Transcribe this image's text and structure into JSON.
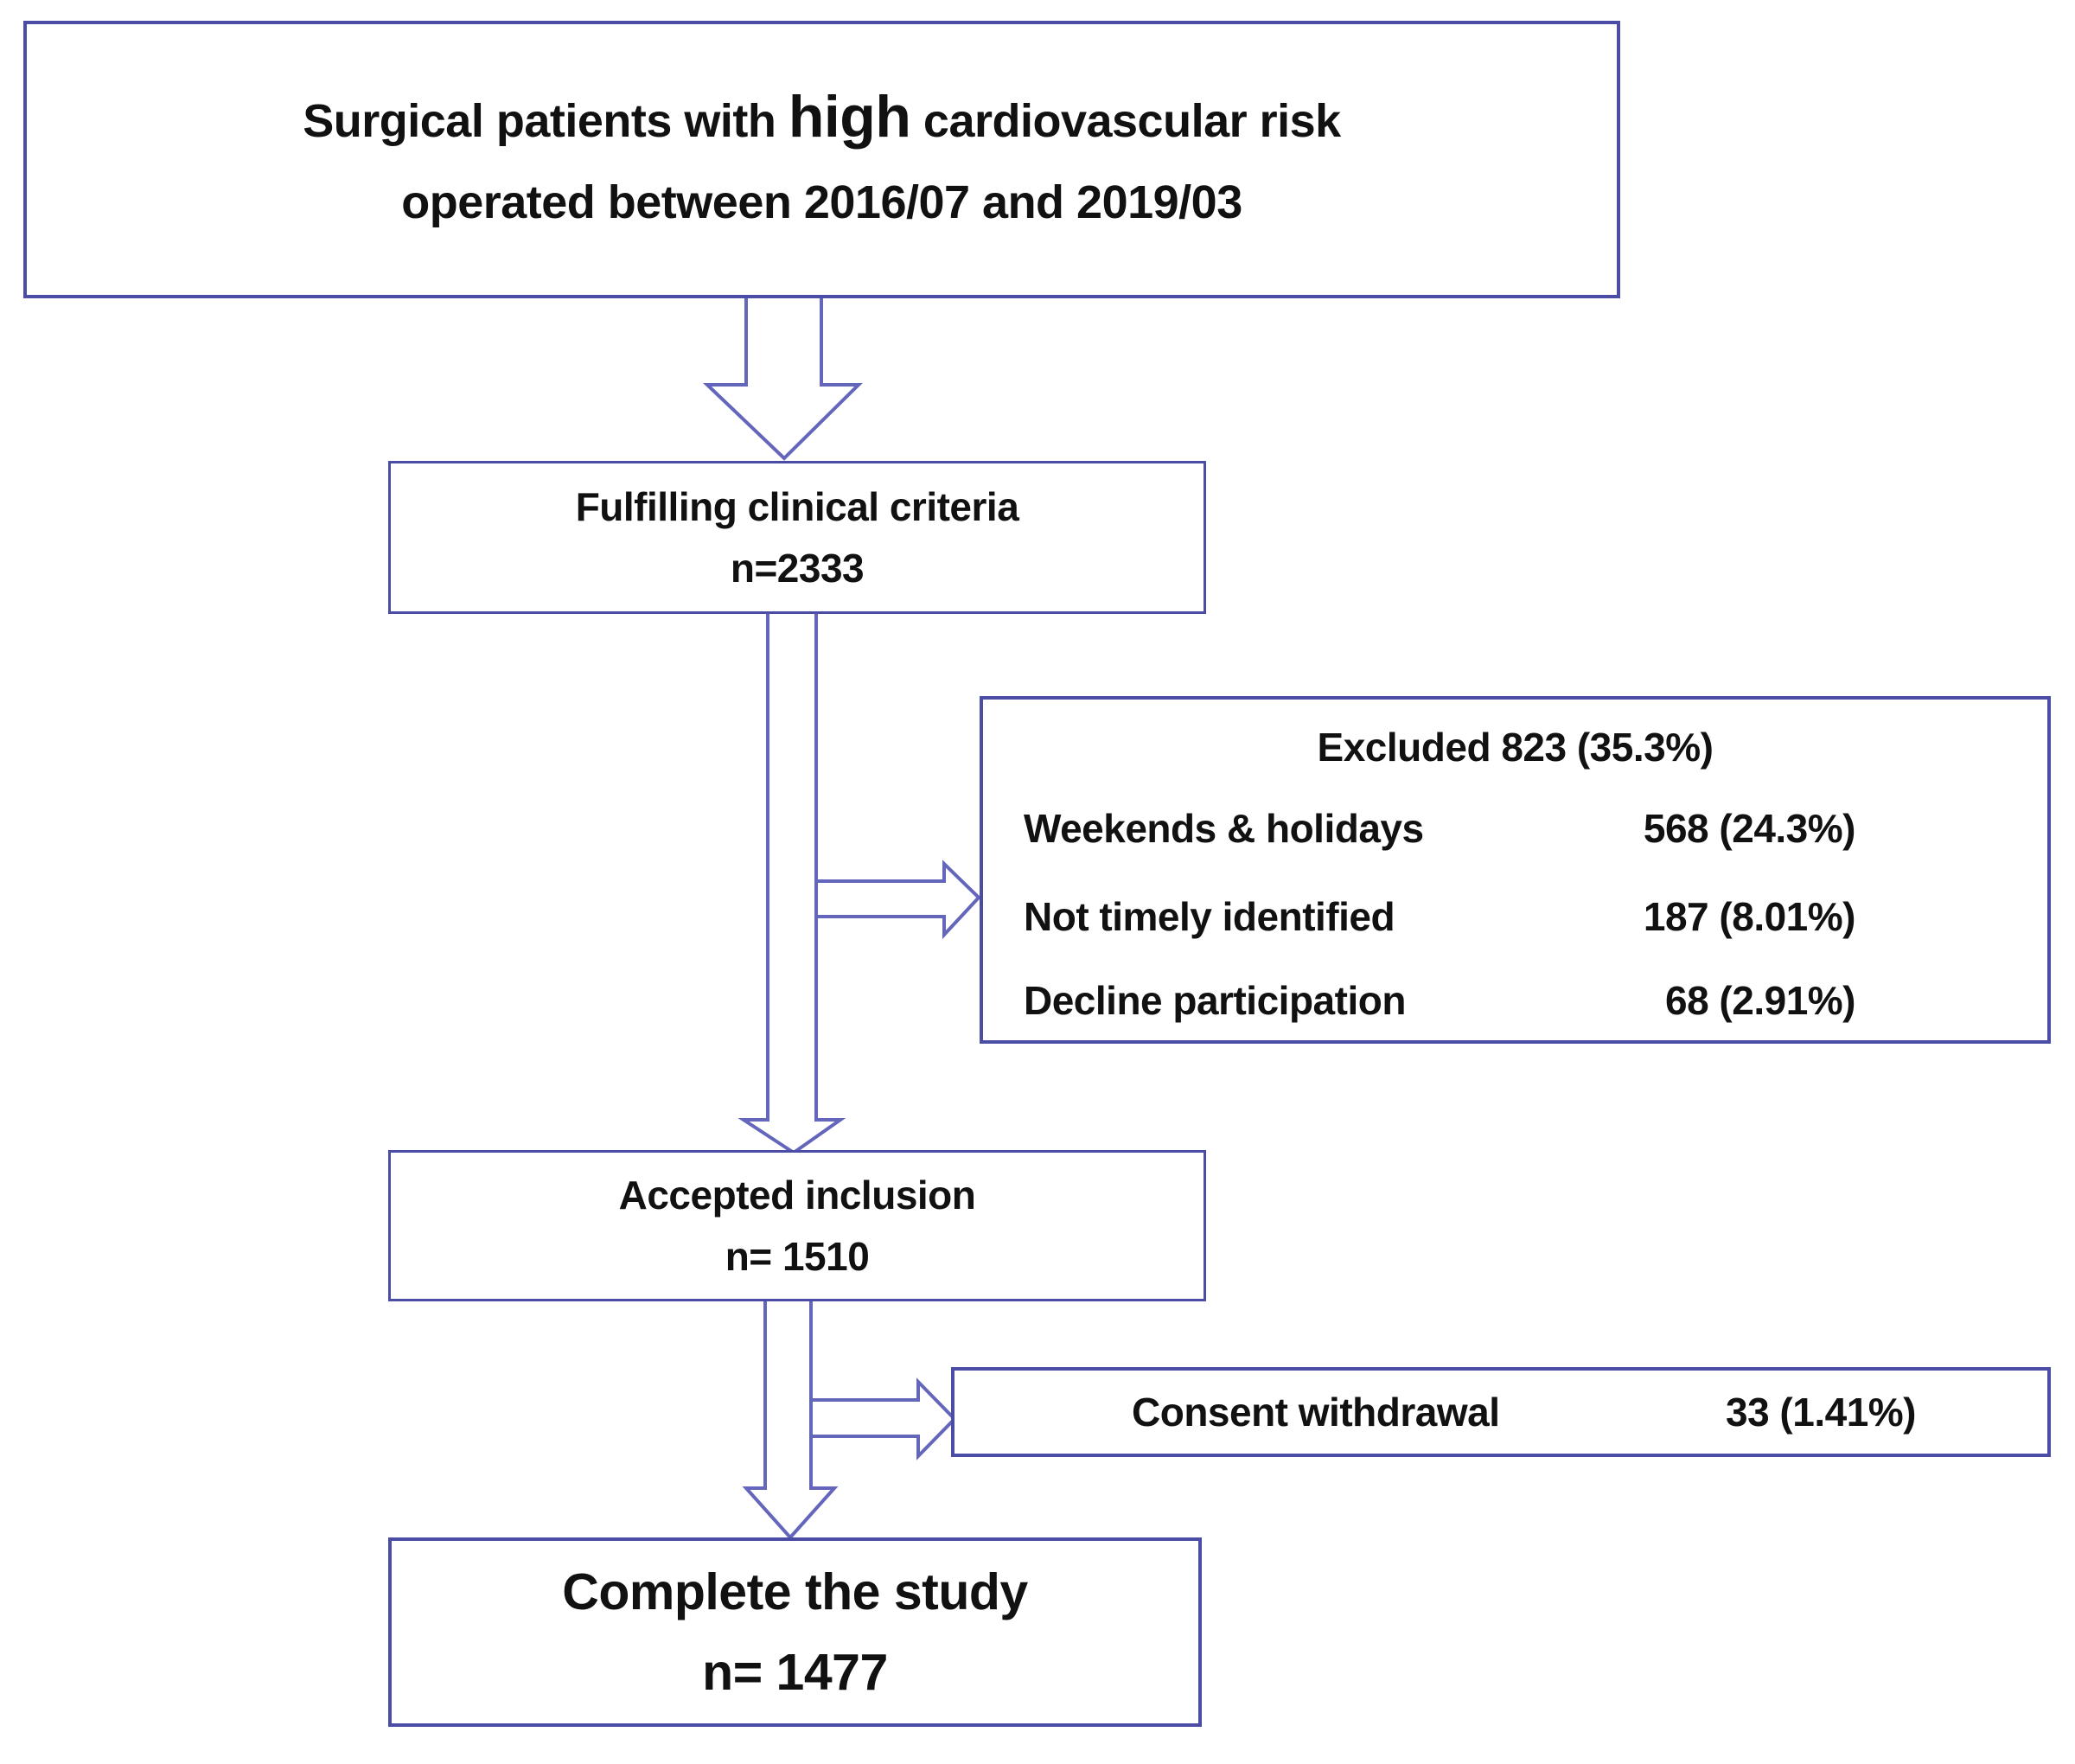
{
  "colors": {
    "box_border": "#4b4da5",
    "arrow": "#6466bb",
    "text": "#111111",
    "background": "#ffffff"
  },
  "flow": {
    "source_box": {
      "text_before": "Surgical patients with",
      "text_emphasis": "high",
      "text_after": "cardiovascular risk",
      "line2": "operated between 2016/07 and 2019/03"
    },
    "fulfilling_box": {
      "line1": "Fulfilling clinical criteria",
      "line2": "n=2333"
    },
    "excluded_box": {
      "title": "Excluded 823 (35.3%)",
      "rows": [
        {
          "label": "Weekends & holidays",
          "value": "568 (24.3%)"
        },
        {
          "label": "Not timely identified",
          "value": "187 (8.01%)"
        },
        {
          "label": "Decline participation",
          "value": "68 (2.91%)"
        }
      ]
    },
    "accepted_box": {
      "line1": "Accepted inclusion",
      "line2": "n= 1510"
    },
    "consent_box": {
      "label": "Consent withdrawal",
      "value": "33 (1.41%)"
    },
    "complete_box": {
      "line1": "Complete the study",
      "line2": "n= 1477"
    }
  }
}
